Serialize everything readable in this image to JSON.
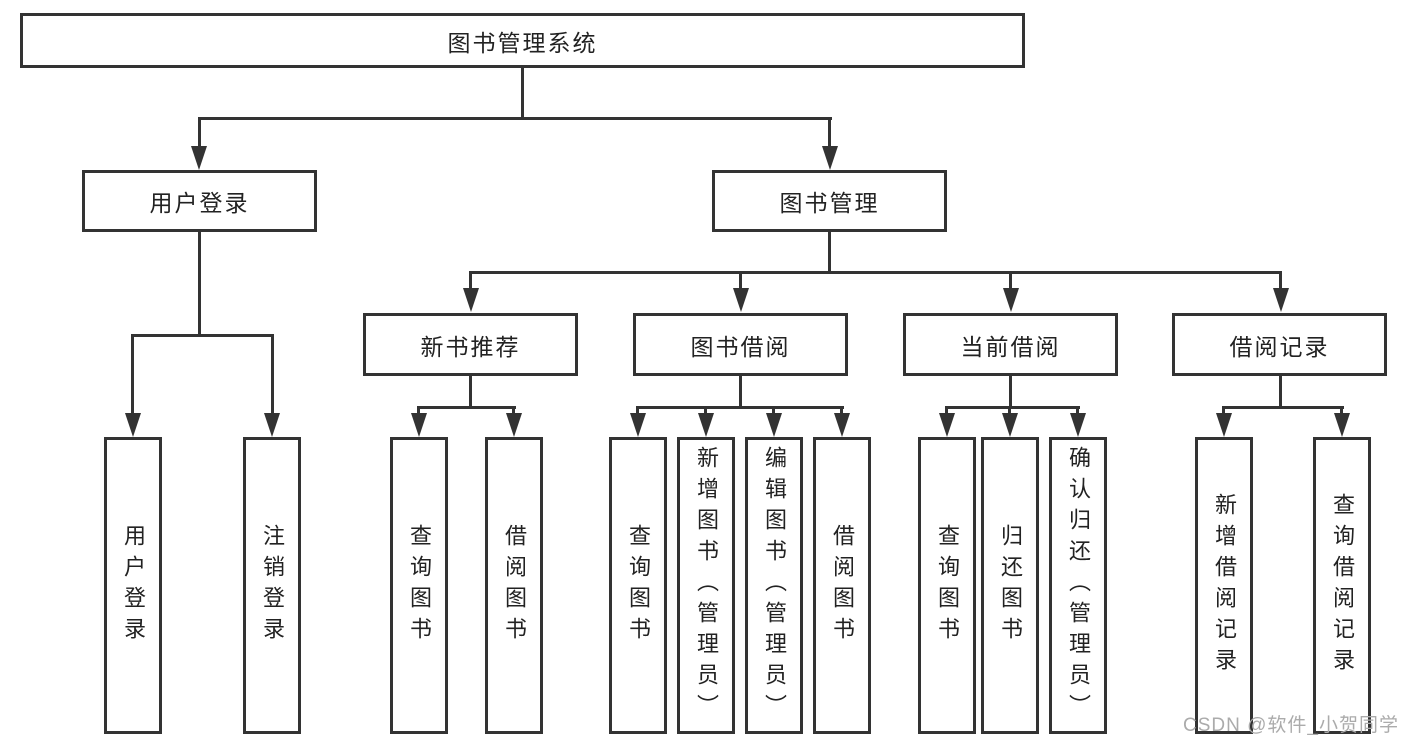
{
  "diagram": {
    "root": {
      "label": "图书管理系统"
    },
    "level2": [
      {
        "label": "用户登录"
      },
      {
        "label": "图书管理"
      }
    ],
    "level3": [
      {
        "label": "新书推荐",
        "parent": "图书管理"
      },
      {
        "label": "图书借阅",
        "parent": "图书管理"
      },
      {
        "label": "当前借阅",
        "parent": "图书管理"
      },
      {
        "label": "借阅记录",
        "parent": "图书管理"
      }
    ],
    "leaves": [
      {
        "label": "用户登录",
        "parent": "用户登录"
      },
      {
        "label": "注销登录",
        "parent": "用户登录"
      },
      {
        "label": "查询图书",
        "parent": "新书推荐"
      },
      {
        "label": "借阅图书",
        "parent": "新书推荐"
      },
      {
        "label": "查询图书",
        "parent": "图书借阅"
      },
      {
        "label": "新增图书（管理员）",
        "parent": "图书借阅"
      },
      {
        "label": "编辑图书（管理员）",
        "parent": "图书借阅"
      },
      {
        "label": "借阅图书",
        "parent": "图书借阅"
      },
      {
        "label": "查询图书",
        "parent": "当前借阅"
      },
      {
        "label": "归还图书",
        "parent": "当前借阅"
      },
      {
        "label": "确认归还（管理员）",
        "parent": "当前借阅"
      },
      {
        "label": "新增借阅记录",
        "parent": "借阅记录"
      },
      {
        "label": "查询借阅记录",
        "parent": "借阅记录"
      }
    ],
    "watermark": "CSDN @软件_小贺同学",
    "colors": {
      "line": "#333333",
      "text": "#222222",
      "watermark": "#ababab",
      "background": "#ffffff"
    }
  }
}
